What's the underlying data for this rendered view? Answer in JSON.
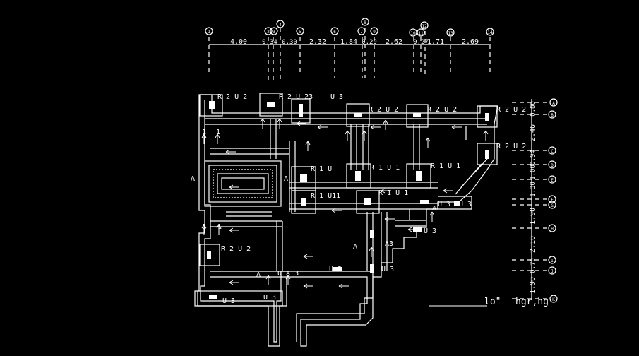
{
  "colors": {
    "background": "#000000",
    "lines": "#ffffff"
  },
  "grid_x": {
    "markers": [
      "1",
      "2",
      "3",
      "4",
      "5",
      "6",
      "7",
      "8",
      "9",
      "10",
      "11",
      "12",
      "13",
      "14"
    ],
    "dimensions": [
      "4.00",
      "0.34",
      "0.30",
      "2.32",
      "1.84",
      "0.29",
      "2.62",
      "0.27",
      "1.71",
      "2.69"
    ]
  },
  "grid_y": {
    "markers": [
      "A",
      "B",
      "C",
      "D",
      "E",
      "F",
      "G",
      "H",
      "I",
      "J",
      "K"
    ],
    "dimensions": [
      "0.80",
      "2.46",
      "0.94",
      "1.00",
      "1.30",
      "1.90",
      "2.10",
      "0.70",
      "1.90"
    ]
  },
  "labels": {
    "r2u2": "R 2  U 2",
    "r2u23": "R 2  U 23",
    "u3": "U 3",
    "r1u": "R 1  U",
    "r1u1": "R 1  U 1",
    "r1u11": "R 1  U11",
    "ua3": "U A 3",
    "a": "A",
    "one": "1",
    "a3": "A3"
  },
  "title_block": {
    "left": "lo\"",
    "right": "hgr,hg"
  }
}
